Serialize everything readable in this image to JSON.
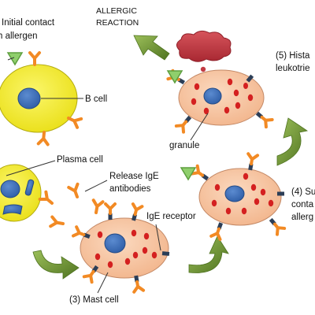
{
  "labels": {
    "initial_contact_line1": "Initial contact",
    "initial_contact_line2": "h allergen",
    "allergic_reaction_line1": "ALLERGIC",
    "allergic_reaction_line2": "REACTION",
    "step5_line1": "(5) Hista",
    "step5_line2": "leukotrie",
    "b_cell": "B cell",
    "granule": "granule",
    "plasma_cell": "Plasma cell",
    "release_ige_line1": "Release IgE",
    "release_ige_line2": "antibodies",
    "ige_receptor": "IgE receptor",
    "step4_line1": "(4) Su",
    "step4_line2": "conta",
    "step4_line3": "allerg",
    "mast_cell": "(3) Mast cell"
  },
  "colors": {
    "b_cell_fill": "#f5f030",
    "mast_cell_fill": "#f7c8a6",
    "nucleus": "#3e6fb8",
    "granule": "#d42020",
    "receptor": "#2c3e57",
    "ige_antibody": "#f28a24",
    "allergen": "#8fcf6c",
    "cycle_arrow": "#6b8f2e",
    "reaction_arrow": "#5f8f3a",
    "cloud": "#c23b43"
  }
}
